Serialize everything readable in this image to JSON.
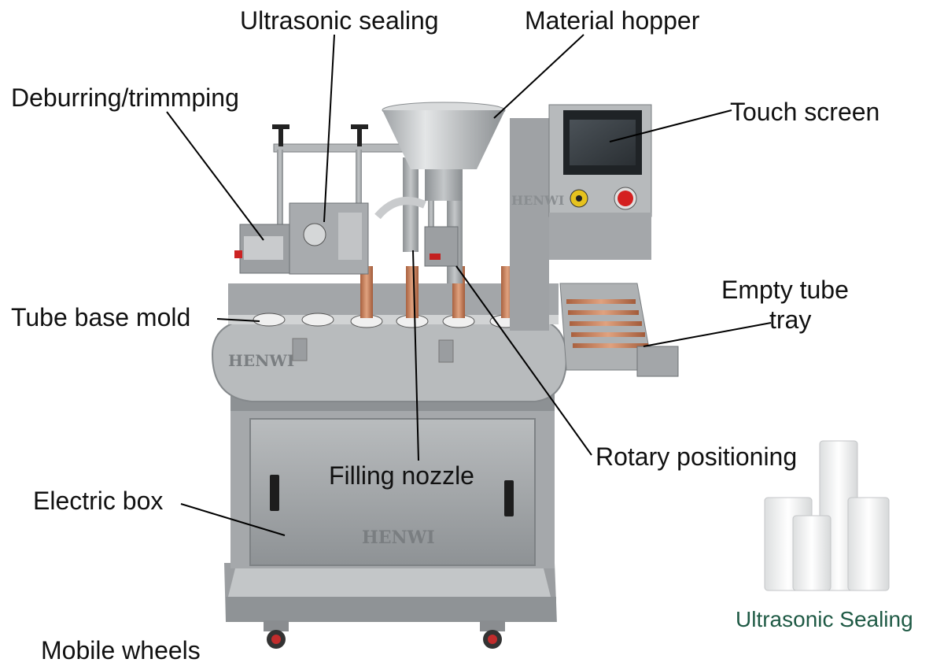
{
  "labels": {
    "ultrasonic_sealing": "Ultrasonic sealing",
    "material_hopper": "Material hopper",
    "deburring": "Deburring/trimmping",
    "touch_screen": "Touch screen",
    "tube_base_mold": "Tube base mold",
    "empty_tube_line1": "Empty tube",
    "empty_tube_line2": "tray",
    "rotary_positioning": "Rotary positioning",
    "filling_nozzle": "Filling nozzle",
    "electric_box": "Electric box",
    "mobile_wheels": "Mobile wheels",
    "ultrasonic_sealing_caption": "Ultrasonic Sealing"
  },
  "brand_marks": [
    "HENWI",
    "HENWI",
    "HENWI"
  ],
  "colors": {
    "steel": "#a9acae",
    "steel_dark": "#7d8184",
    "steel_light": "#d3d5d6",
    "tube_copper": "#c9805a",
    "estop_red": "#d42020",
    "caption_green": "#1f5a45"
  }
}
